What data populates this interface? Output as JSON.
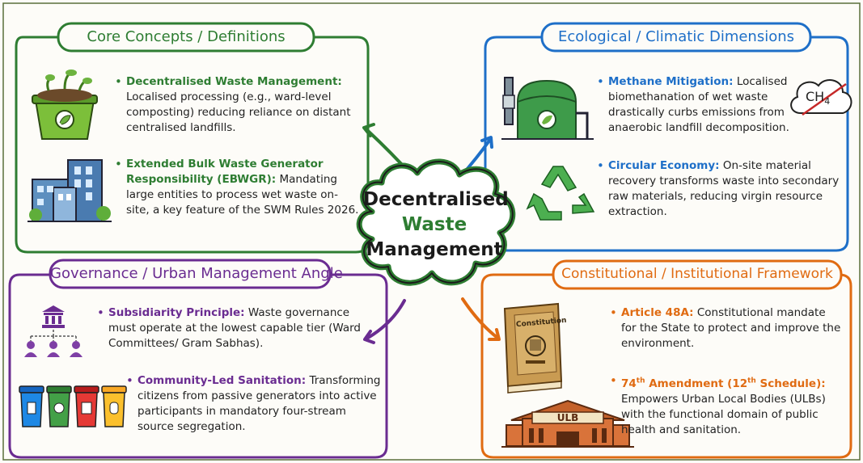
{
  "center": {
    "line1": "Decentralised",
    "line2": "Waste",
    "line3": "Management"
  },
  "colors": {
    "green": "#2e7d32",
    "blue": "#1e6fc8",
    "purple": "#6a2c91",
    "orange": "#e06b12",
    "ink": "#222222"
  },
  "sections": {
    "core": {
      "title": "Core Concepts / Definitions",
      "items": [
        {
          "term": "Decentralised Waste Management:",
          "text": "Localised processing (e.g., ward-level composting) reducing reliance on distant centralised landfills.",
          "icon": "compost-bin-icon"
        },
        {
          "term": "Extended Bulk Waste Generator Responsibility (EBWGR):",
          "text": "Mandating large entities to process wet waste on-site, a key feature of the SWM Rules 2026.",
          "icon": "buildings-icon"
        }
      ]
    },
    "eco": {
      "title": "Ecological / Climatic Dimensions",
      "ch4_main": "CH",
      "ch4_sub": "4",
      "items": [
        {
          "term": "Methane Mitigation:",
          "text": "Localised biomethanation of wet waste drastically curbs emissions from anaerobic landfill decomposition.",
          "icon": "biogas-plant-icon"
        },
        {
          "term": "Circular Economy:",
          "text": "On-site material recovery transforms waste into secondary raw materials, reducing virgin resource extraction.",
          "icon": "recycle-icon"
        }
      ]
    },
    "gov": {
      "title": "Governance / Urban Management Angle",
      "items": [
        {
          "term": "Subsidiarity Principle:",
          "text": "Waste governance must operate at the lowest capable tier (Ward Committees/ Gram Sabhas).",
          "icon": "hierarchy-icon"
        },
        {
          "term": "Community-Led Sanitation:",
          "text": "Transforming citizens from passive generators into active participants in mandatory four-stream source segregation.",
          "icon": "segregation-bins-icon"
        }
      ]
    },
    "const": {
      "title": "Constitutional / Institutional Framework",
      "book_label": "Constitution",
      "ulb_label": "ULB",
      "items": [
        {
          "term": "Article 48A:",
          "text": "Constitutional mandate for the State to protect and improve the environment.",
          "icon": "constitution-book-icon"
        },
        {
          "term_num": "74",
          "term_sup": "th",
          "term_rest": " Amendment (12",
          "term_sup2": "th",
          "term_end": " Schedule):",
          "text": "Empowers Urban Local Bodies (ULBs) with the functional domain of public health and sanitation.",
          "icon": "ulb-building-icon"
        }
      ]
    }
  }
}
